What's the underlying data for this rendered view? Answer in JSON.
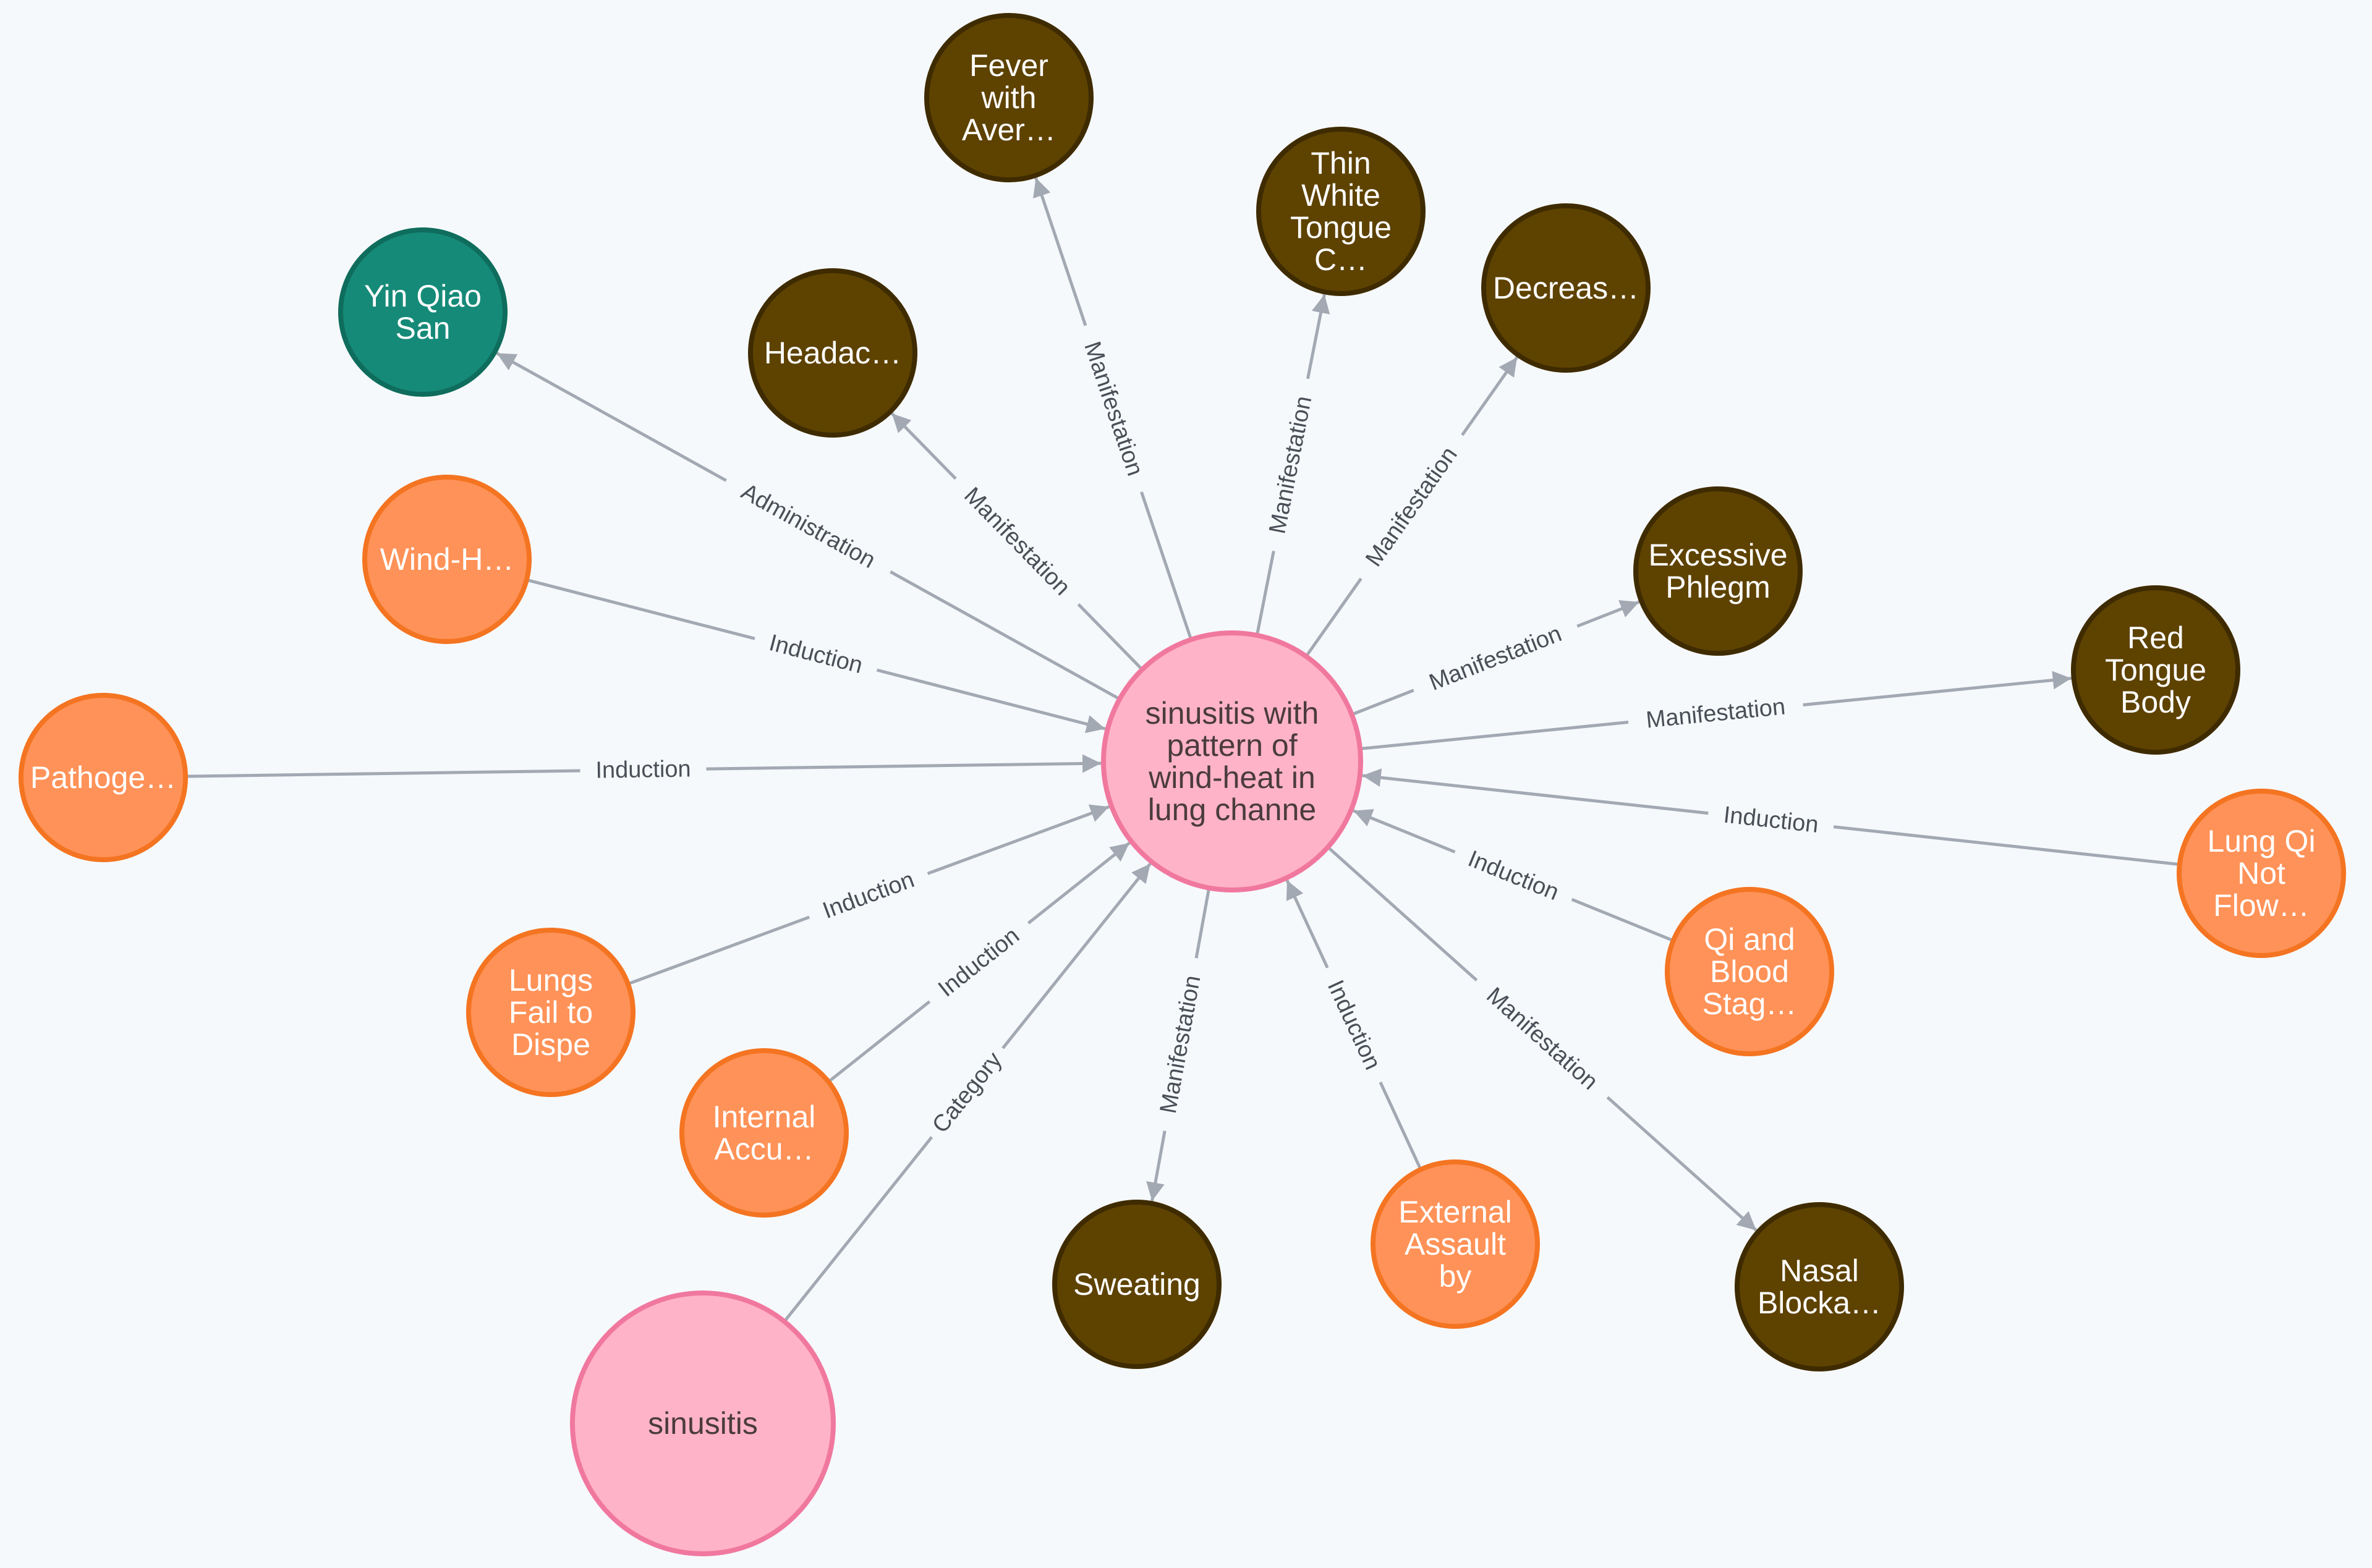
{
  "colors": {
    "background": "#f6f9fc",
    "edge": "#a3a9b3",
    "edge_label": "#4a4f57",
    "types": {
      "disease": {
        "fill": "#ffb3c8",
        "stroke": "#f0789e",
        "text": "#4a3b3f"
      },
      "symptom": {
        "fill": "#5e4200",
        "stroke": "#3f2b00",
        "text": "#ffffff"
      },
      "cause": {
        "fill": "#ff9258",
        "stroke": "#f47421",
        "text": "#ffffff"
      },
      "formula": {
        "fill": "#168a78",
        "stroke": "#0f6d5d",
        "text": "#ffffff"
      }
    }
  },
  "nodes": [
    {
      "id": "center",
      "type": "disease",
      "label": [
        "sinusitis with",
        "pattern of",
        "wind-heat in",
        "lung channe"
      ]
    },
    {
      "id": "fever",
      "type": "symptom",
      "label": [
        "Fever",
        "with",
        "Aver…"
      ]
    },
    {
      "id": "thin",
      "type": "symptom",
      "label": [
        "Thin",
        "White",
        "Tongue",
        "C…"
      ]
    },
    {
      "id": "decreas",
      "type": "symptom",
      "label": [
        "Decreas…"
      ]
    },
    {
      "id": "headac",
      "type": "symptom",
      "label": [
        "Headac…"
      ]
    },
    {
      "id": "yin",
      "type": "formula",
      "label": [
        "Yin Qiao",
        "San"
      ]
    },
    {
      "id": "windh",
      "type": "cause",
      "label": [
        "Wind-H…"
      ]
    },
    {
      "id": "excessive",
      "type": "symptom",
      "label": [
        "Excessive",
        "Phlegm"
      ]
    },
    {
      "id": "redtongue",
      "type": "symptom",
      "label": [
        "Red",
        "Tongue",
        "Body"
      ]
    },
    {
      "id": "pathoge",
      "type": "cause",
      "label": [
        "Pathoge…"
      ]
    },
    {
      "id": "lungqi",
      "type": "cause",
      "label": [
        "Lung Qi",
        "Not",
        "Flow…"
      ]
    },
    {
      "id": "qiblood",
      "type": "cause",
      "label": [
        "Qi and",
        "Blood",
        "Stag…"
      ]
    },
    {
      "id": "lungsfail",
      "type": "cause",
      "label": [
        "Lungs",
        "Fail to",
        "Dispe"
      ]
    },
    {
      "id": "internal",
      "type": "cause",
      "label": [
        "Internal",
        "Accu…"
      ]
    },
    {
      "id": "sweating",
      "type": "symptom",
      "label": [
        "Sweating"
      ]
    },
    {
      "id": "external",
      "type": "cause",
      "label": [
        "External",
        "Assault",
        "by"
      ]
    },
    {
      "id": "nasal",
      "type": "symptom",
      "label": [
        "Nasal",
        "Blocka…"
      ]
    },
    {
      "id": "sinusitis",
      "type": "disease",
      "label": [
        "sinusitis"
      ]
    }
  ],
  "edges": [
    {
      "from": "center",
      "to": "fever",
      "label": "Manifestation"
    },
    {
      "from": "center",
      "to": "thin",
      "label": "Manifestation"
    },
    {
      "from": "center",
      "to": "decreas",
      "label": "Manifestation"
    },
    {
      "from": "center",
      "to": "headac",
      "label": "Manifestation"
    },
    {
      "from": "center",
      "to": "yin",
      "label": "Administration"
    },
    {
      "from": "windh",
      "to": "center",
      "label": "Induction"
    },
    {
      "from": "center",
      "to": "excessive",
      "label": "Manifestation"
    },
    {
      "from": "center",
      "to": "redtongue",
      "label": "Manifestation"
    },
    {
      "from": "pathoge",
      "to": "center",
      "label": "Induction"
    },
    {
      "from": "lungqi",
      "to": "center",
      "label": "Induction"
    },
    {
      "from": "qiblood",
      "to": "center",
      "label": "Induction"
    },
    {
      "from": "lungsfail",
      "to": "center",
      "label": "Induction"
    },
    {
      "from": "internal",
      "to": "center",
      "label": "Induction"
    },
    {
      "from": "sinusitis",
      "to": "center",
      "label": "Category"
    },
    {
      "from": "center",
      "to": "sweating",
      "label": "Manifestation"
    },
    {
      "from": "external",
      "to": "center",
      "label": "Induction"
    },
    {
      "from": "center",
      "to": "nasal",
      "label": "Manifestation"
    }
  ]
}
